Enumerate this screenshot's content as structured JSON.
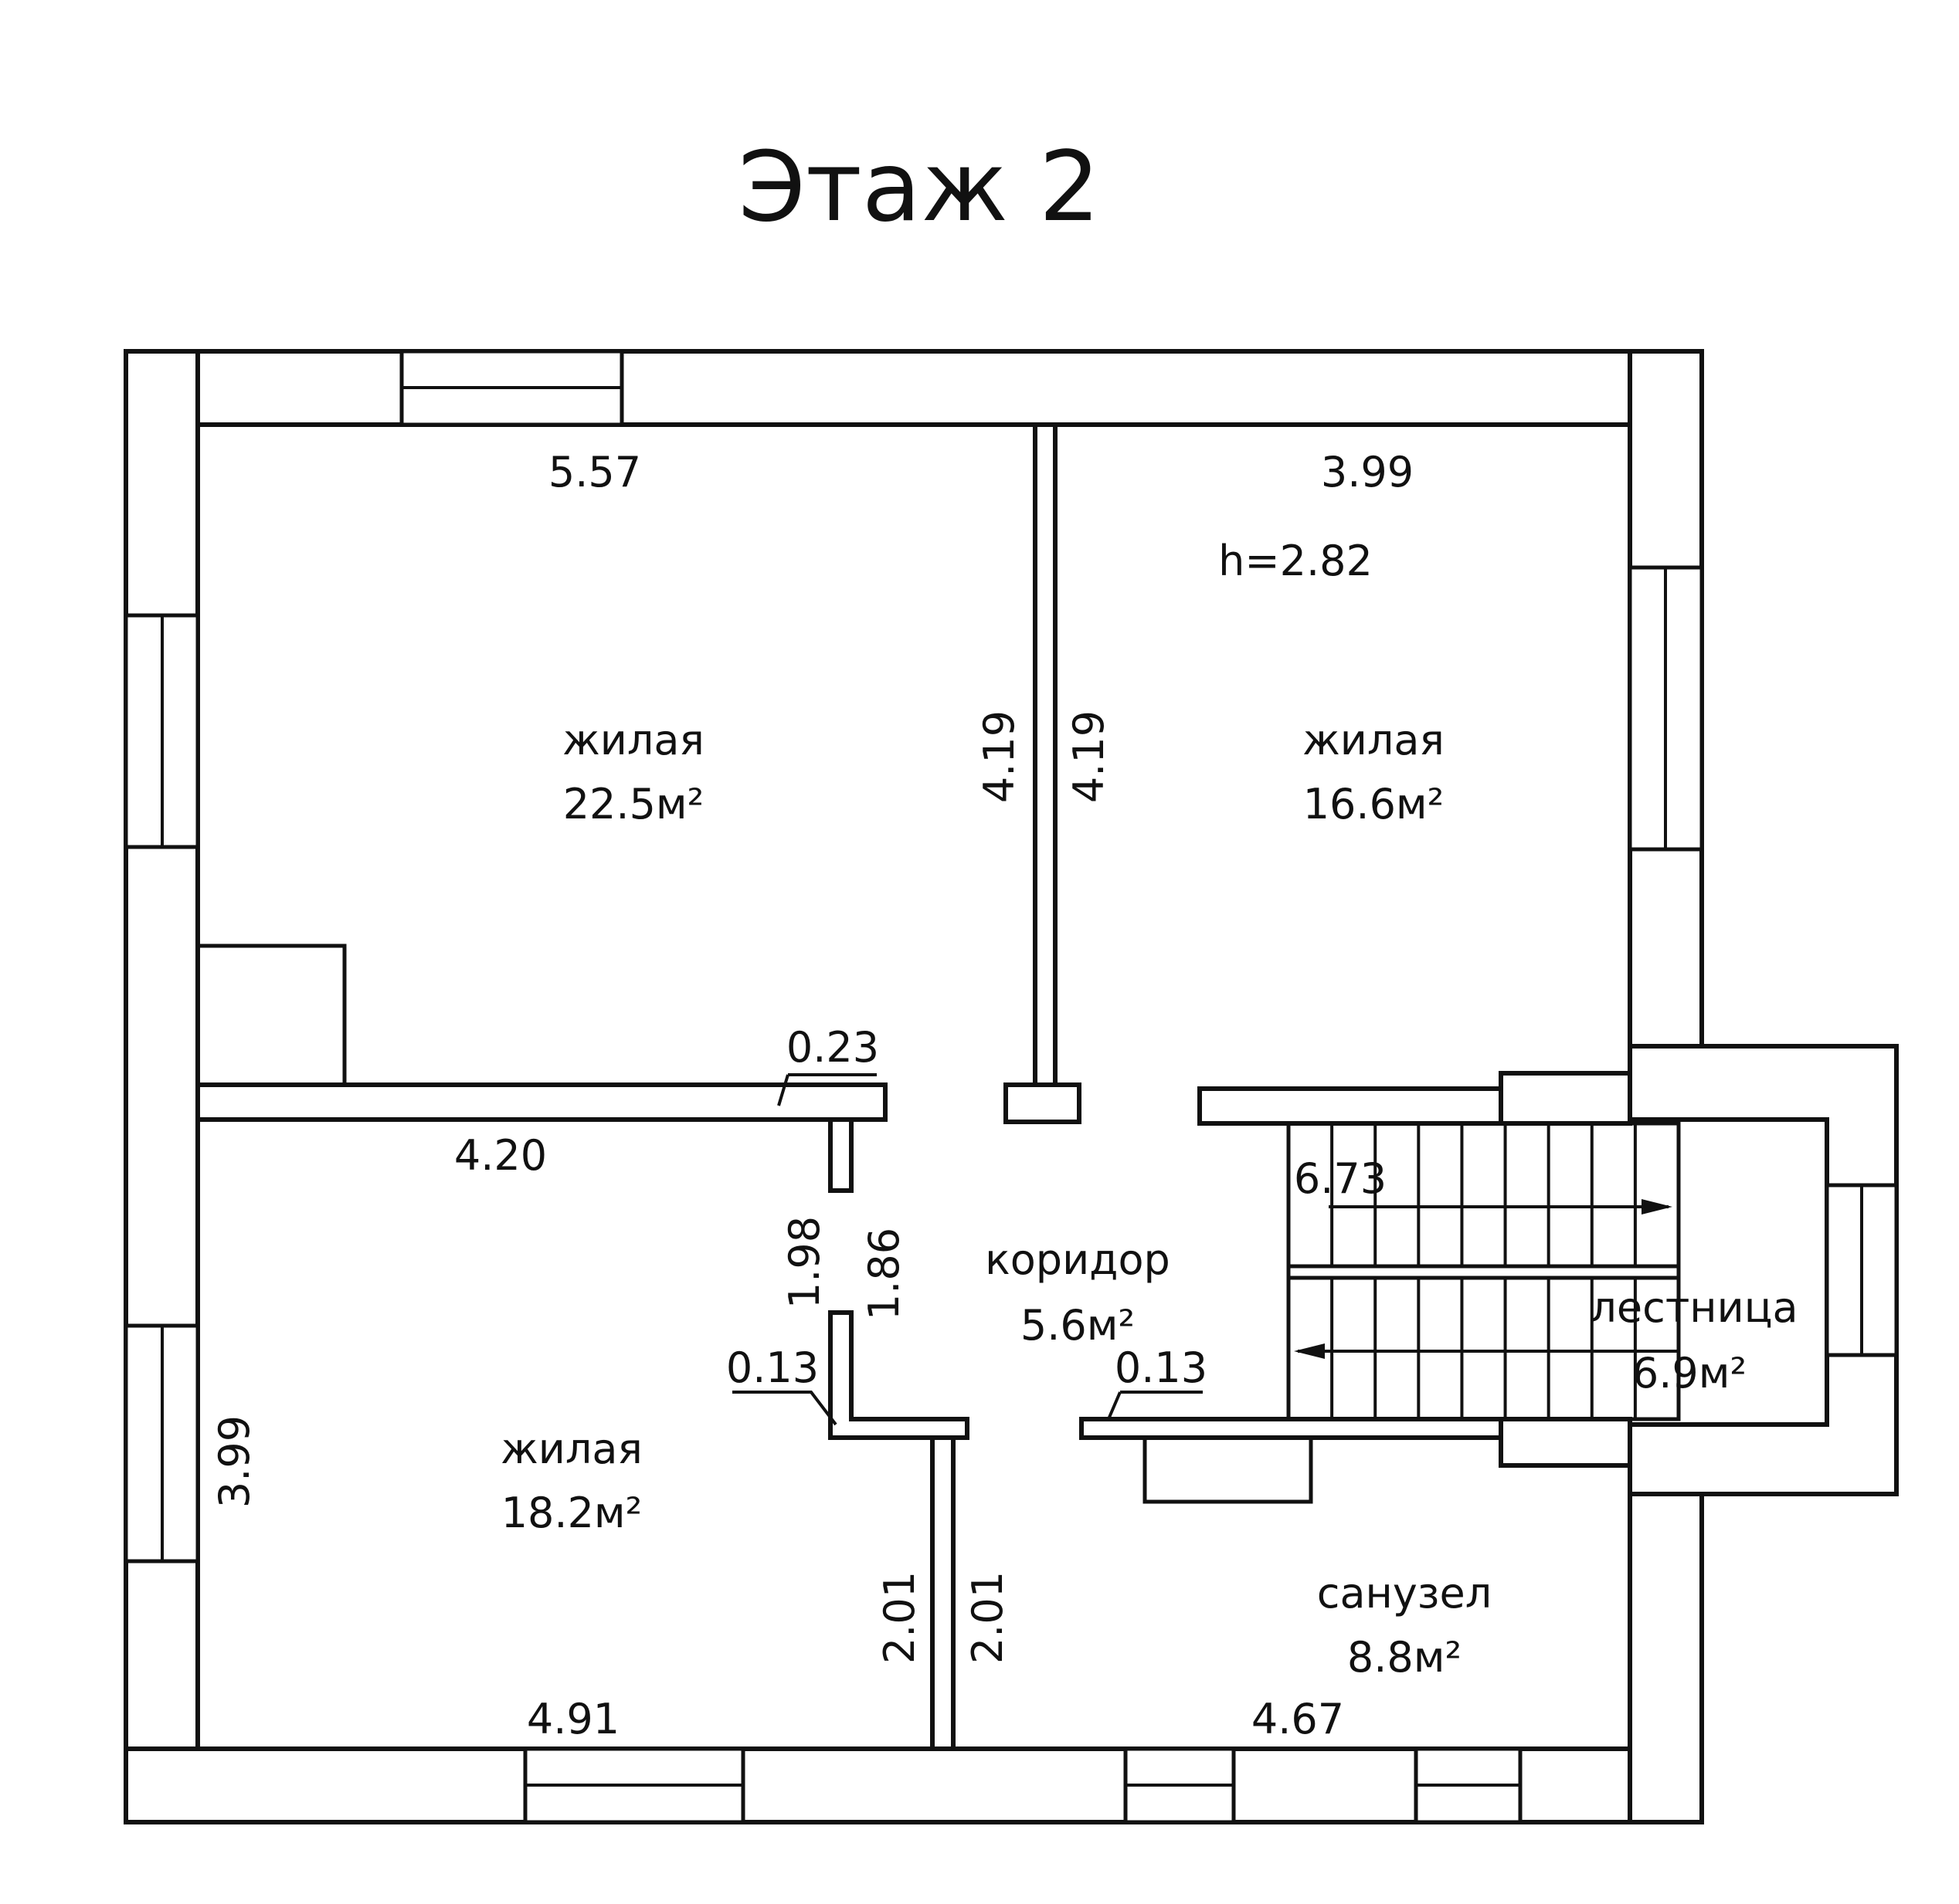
{
  "title": "Этаж 2",
  "height_label": "h=2.82",
  "area_unit": "м²",
  "rooms": [
    {
      "name": "жилая",
      "area": "22.5м²"
    },
    {
      "name": "жилая",
      "area": "16.6м²"
    },
    {
      "name": "жилая",
      "area": "18.2м²"
    },
    {
      "name": "коридор",
      "area": "5.6м²"
    },
    {
      "name": "лестница",
      "area": "6.9м²"
    },
    {
      "name": "санузел",
      "area": "8.8м²"
    }
  ],
  "dimensions": {
    "top_left": "5.57",
    "top_right": "3.99",
    "partition_left": "4.19",
    "partition_right": "4.19",
    "wall_thickness_a": "0.23",
    "mid_wall": "4.20",
    "stair_length": "6.73",
    "door_1": "1.98",
    "door_2": "1.86",
    "thickness_left": "0.13",
    "thickness_right": "0.13",
    "left_side": "3.99",
    "bath_wall_left": "2.01",
    "bath_wall_right": "2.01",
    "bottom_left": "4.91",
    "bottom_right": "4.67"
  }
}
